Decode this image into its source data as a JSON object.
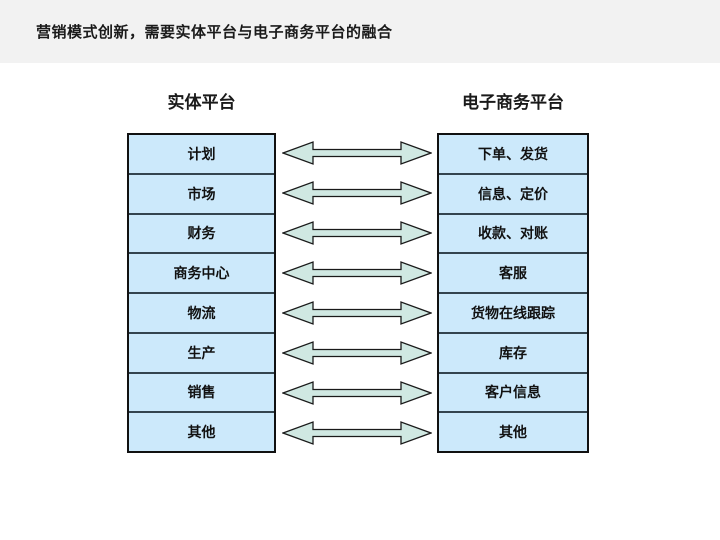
{
  "slide": {
    "title": "营销模式创新，需要实体平台与电子商务平台的融合"
  },
  "diagram": {
    "left_header": "实体平台",
    "right_header": "电子商务平台",
    "rows": [
      {
        "left": "计划",
        "right": "下单、发货"
      },
      {
        "left": "市场",
        "right": "信息、定价"
      },
      {
        "left": "财务",
        "right": "收款、对账"
      },
      {
        "left": "商务中心",
        "right": "客服"
      },
      {
        "left": "物流",
        "right": "货物在线跟踪"
      },
      {
        "left": "生产",
        "right": "库存"
      },
      {
        "left": "销售",
        "right": "客户信息"
      },
      {
        "left": "其他",
        "right": "其他"
      }
    ],
    "colors": {
      "cell_fill": "#cce9fb",
      "arrow_fill": "#d0e8e2",
      "arrow_stroke": "#1a1a1a",
      "table_border": "#111111",
      "title_band": "#f2f2f2"
    }
  }
}
